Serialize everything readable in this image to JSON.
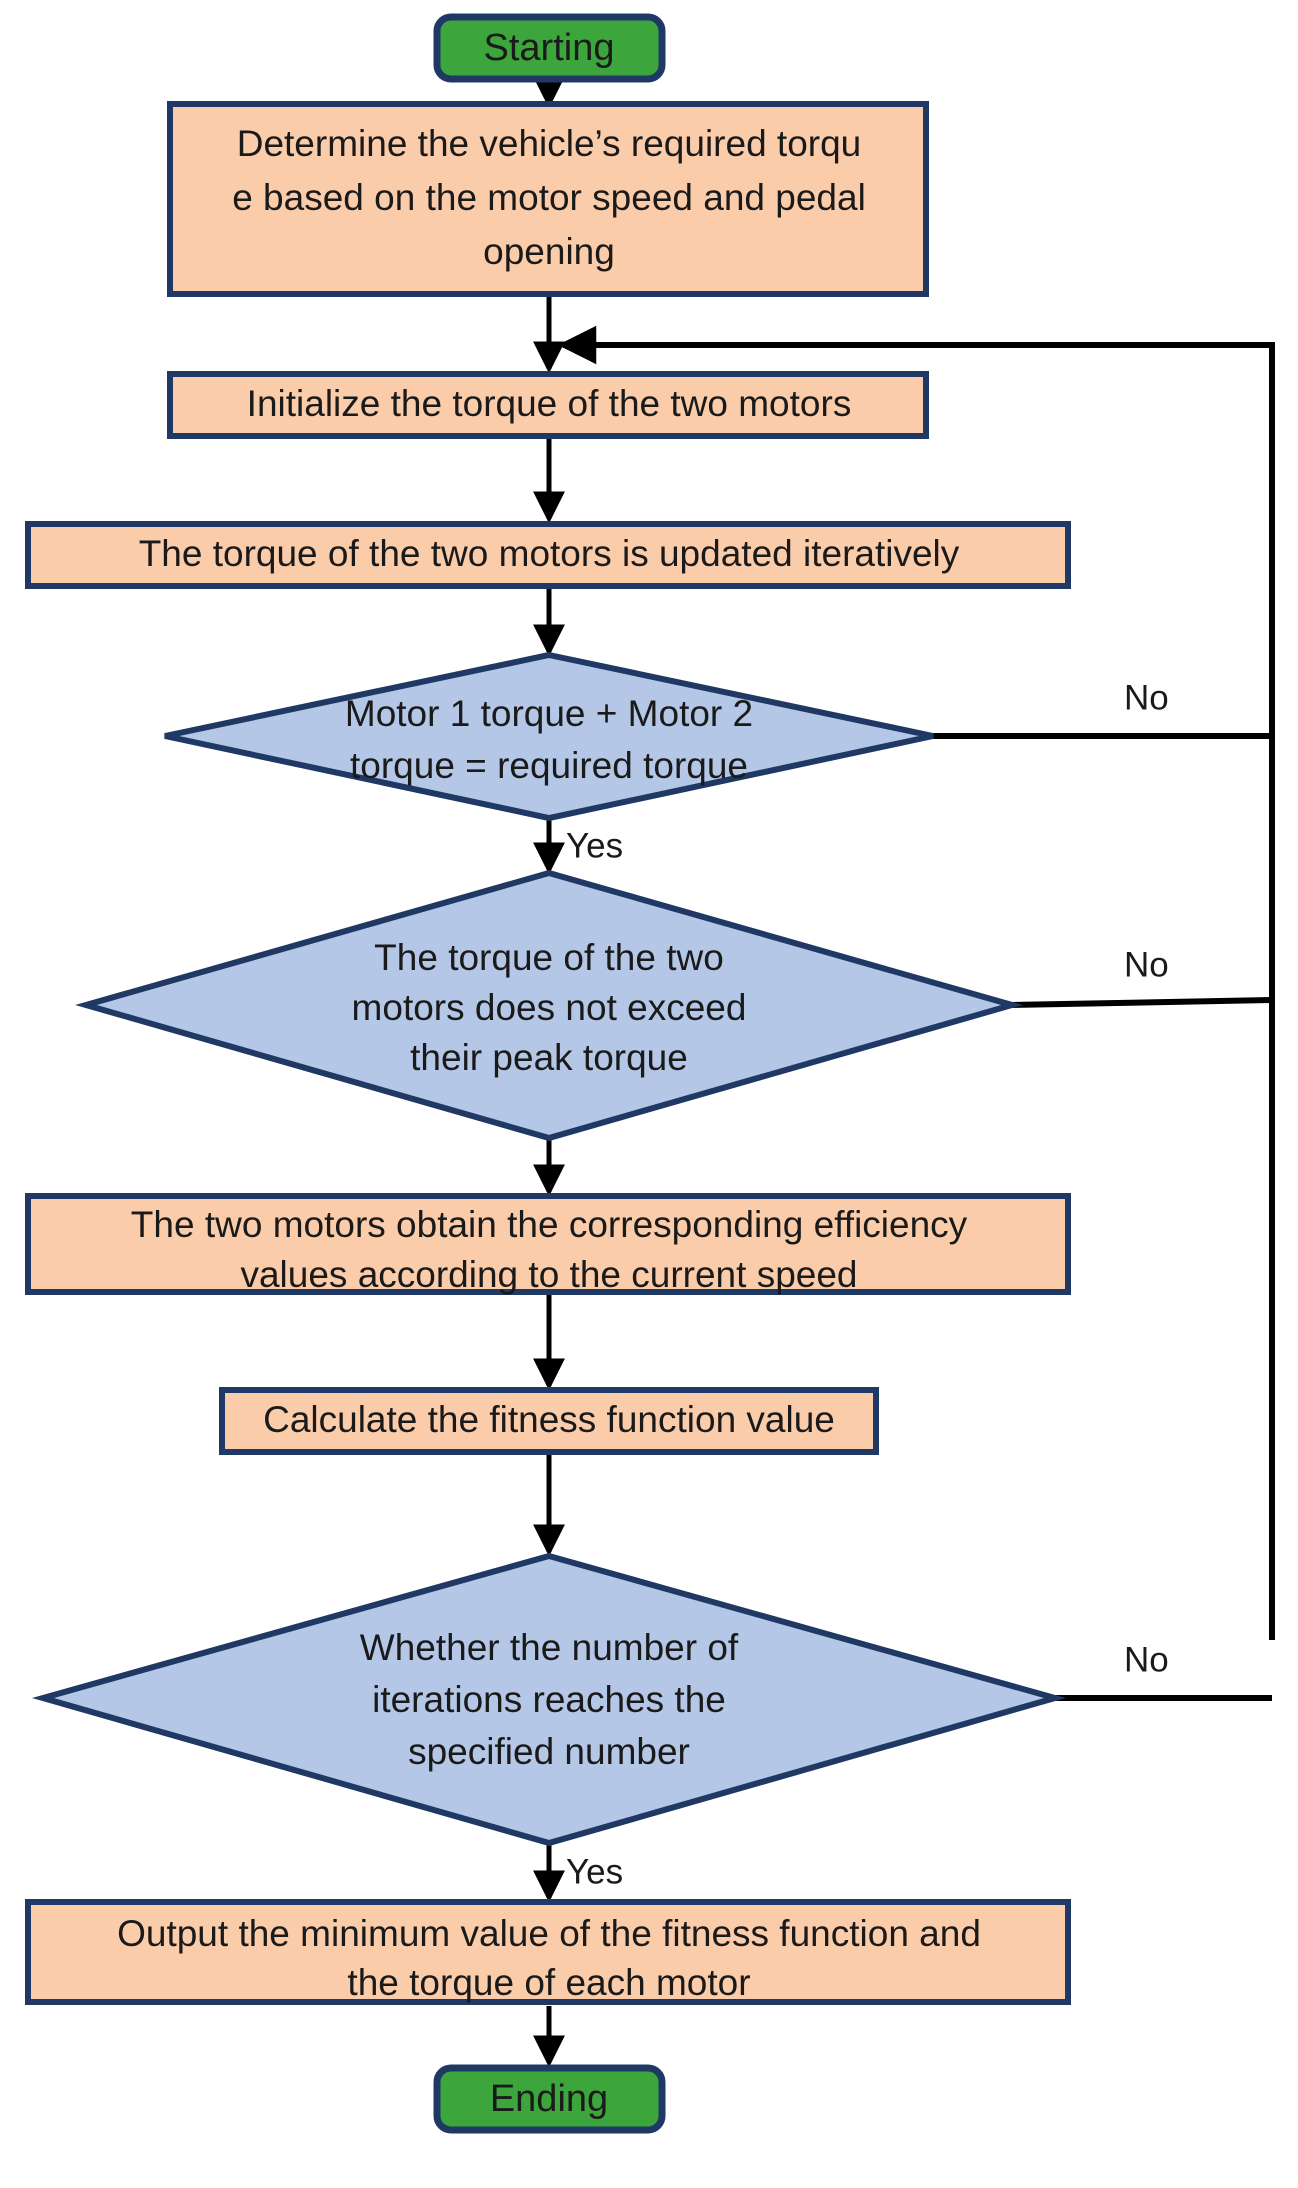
{
  "diagram": {
    "type": "flowchart",
    "title": "Dual-motor torque distribution optimization flowchart",
    "orientation": "top-to-bottom",
    "colors": {
      "terminator_fill": "#3CA63C",
      "process_fill": "#FBCCAA",
      "decision_fill": "#B4C7E7",
      "node_border": "#1F3864",
      "connector": "#000000",
      "text": "#1A1A1A",
      "background": "#FFFFFF"
    },
    "nodes": [
      {
        "id": "start",
        "shape": "terminator",
        "label": "Starting",
        "lines": [
          "Starting"
        ]
      },
      {
        "id": "p1",
        "shape": "process",
        "label": "Determine the vehicle’s required torque based on the motor speed and pedal opening",
        "lines": [
          "Determine the vehicle’s required torqu",
          "e based on the motor speed and pedal",
          "opening"
        ]
      },
      {
        "id": "p2",
        "shape": "process",
        "label": "Initialize the torque of the two motors",
        "lines": [
          "Initialize the torque of the two motors"
        ]
      },
      {
        "id": "p3",
        "shape": "process",
        "label": "The torque of the two motors is updated iteratively",
        "lines": [
          "The torque of the two motors is updated iteratively"
        ]
      },
      {
        "id": "d1",
        "shape": "decision",
        "label": "Motor 1 torque + Motor 2 torque = required torque",
        "lines": [
          "Motor 1 torque + Motor 2",
          "torque = required torque"
        ]
      },
      {
        "id": "d2",
        "shape": "decision",
        "label": "The torque of the two motors does not exceed their peak torque",
        "lines": [
          "The torque of the two",
          "motors does not exceed",
          "their peak torque"
        ]
      },
      {
        "id": "p4",
        "shape": "process",
        "label": "The two motors obtain the corresponding efficiency values according to the current speed",
        "lines": [
          "The two motors obtain the corresponding efficiency",
          "values according to the current speed"
        ]
      },
      {
        "id": "p5",
        "shape": "process",
        "label": "Calculate the fitness function value",
        "lines": [
          "Calculate the fitness function value"
        ]
      },
      {
        "id": "d3",
        "shape": "decision",
        "label": "Whether the number of iterations reaches the specified number",
        "lines": [
          "Whether the number of",
          "iterations reaches the",
          "specified number"
        ]
      },
      {
        "id": "p6",
        "shape": "process",
        "label": "Output the minimum value of the fitness function and the torque of each motor",
        "lines": [
          "Output the minimum value of the fitness function and",
          "the torque of each motor"
        ]
      },
      {
        "id": "end",
        "shape": "terminator",
        "label": "Ending",
        "lines": [
          "Ending"
        ]
      }
    ],
    "edges": [
      {
        "id": "e-start-p1",
        "from": "start",
        "to": "p1",
        "label": ""
      },
      {
        "id": "e-p1-p2",
        "from": "p1",
        "to": "p2",
        "label": ""
      },
      {
        "id": "e-p2-p3",
        "from": "p2",
        "to": "p3",
        "label": ""
      },
      {
        "id": "e-p3-d1",
        "from": "p3",
        "to": "d1",
        "label": ""
      },
      {
        "id": "e-d1-no",
        "from": "d1",
        "to": "p2",
        "label": "No"
      },
      {
        "id": "e-d1-yes",
        "from": "d1",
        "to": "d2",
        "label": "Yes"
      },
      {
        "id": "e-d2-no",
        "from": "d2",
        "to": "p2",
        "label": "No"
      },
      {
        "id": "e-d2-yes",
        "from": "d2",
        "to": "p4",
        "label": ""
      },
      {
        "id": "e-p4-p5",
        "from": "p4",
        "to": "p5",
        "label": ""
      },
      {
        "id": "e-p5-d3",
        "from": "p5",
        "to": "d3",
        "label": ""
      },
      {
        "id": "e-d3-no",
        "from": "d3",
        "to": "p2",
        "label": "No"
      },
      {
        "id": "e-d3-yes",
        "from": "d3",
        "to": "p6",
        "label": "Yes"
      },
      {
        "id": "e-p6-end",
        "from": "p6",
        "to": "end",
        "label": ""
      }
    ]
  }
}
